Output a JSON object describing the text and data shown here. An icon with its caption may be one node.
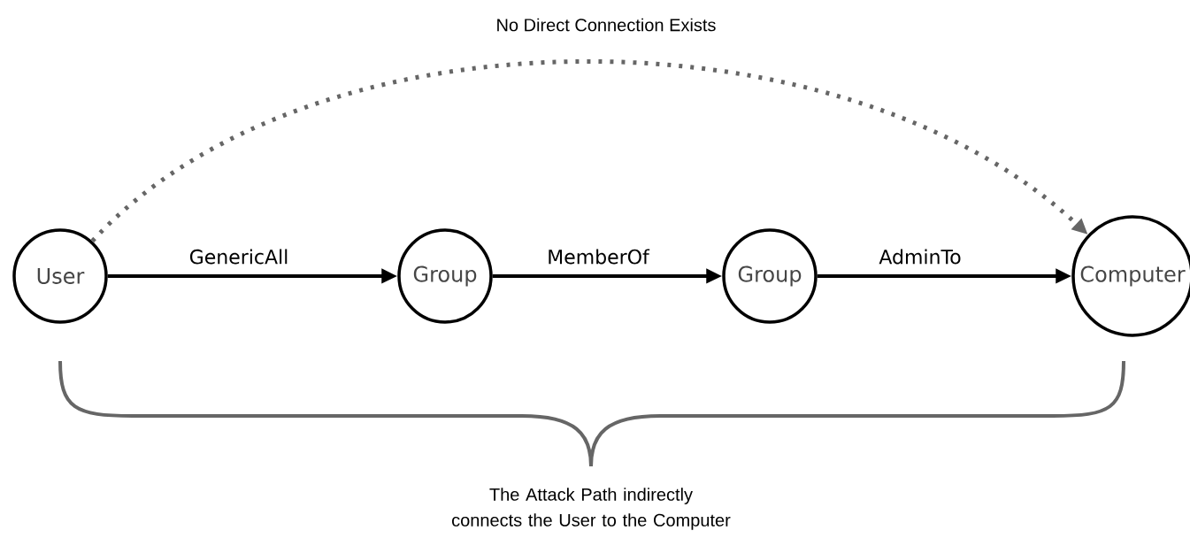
{
  "diagram": {
    "nodes": [
      {
        "text": [
          "User"
        ]
      },
      {
        "text": [
          "Group"
        ]
      },
      {
        "text": [
          "Group"
        ]
      },
      {
        "text": [
          "Computer"
        ]
      }
    ],
    "edges": [
      {
        "from": 0,
        "to": 1,
        "arrow": "to",
        "label": "GenericAll"
      },
      {
        "from": 1,
        "to": 2,
        "arrow": "to",
        "label": "MemberOf"
      },
      {
        "from": 2,
        "to": 3,
        "arrow": "to",
        "label": "AdminTo"
      },
      {
        "from": 0,
        "to": 3,
        "arrow": "to",
        "label": "No Direct Connection Exists",
        "style": "dashed",
        "color": "#666666"
      }
    ],
    "labels": [
      "The Attack Path indirectly connects the User to the Computer"
    ]
  }
}
